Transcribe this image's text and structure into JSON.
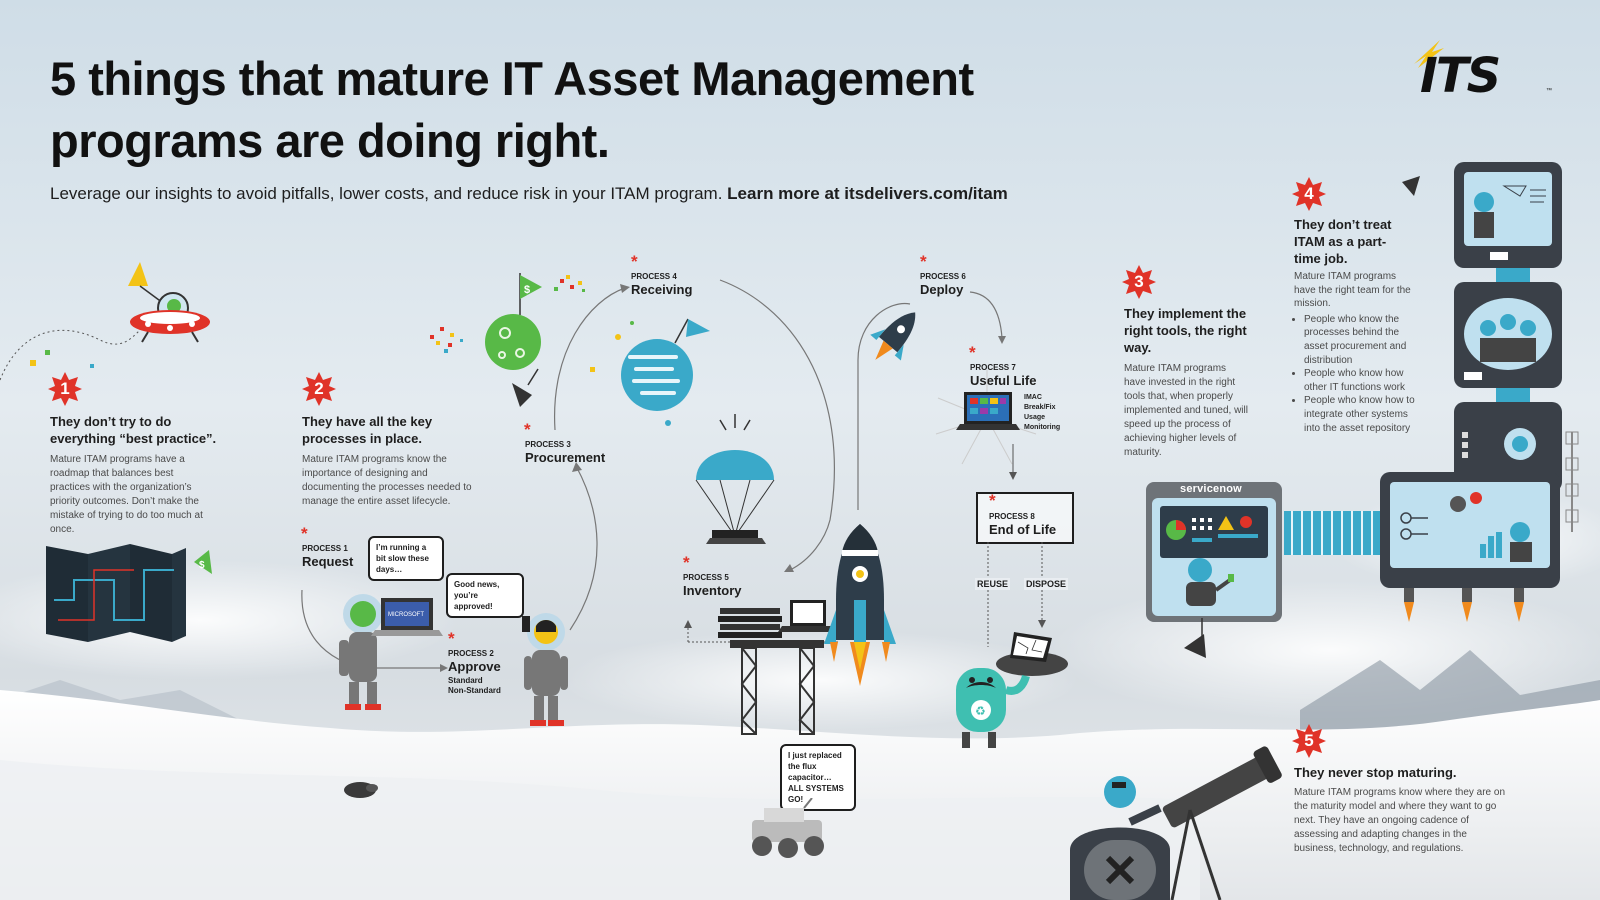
{
  "header": {
    "title_line1": "5 things that mature IT Asset Management",
    "title_line2": "programs are doing right.",
    "subtitle_text": "Leverage our insights to avoid pitfalls, lower costs, and reduce risk in your ITAM program. ",
    "subtitle_link": "Learn more at itsdelivers.com/itam"
  },
  "logo": {
    "text": "ITS",
    "tm": "™"
  },
  "things": [
    {
      "number": "1",
      "heading": "They don’t try to do everything “best practice”.",
      "body": "Mature ITAM programs have a roadmap that balances best practices with the organization’s priority outcomes. Don’t make the mistake of trying to do too much at once."
    },
    {
      "number": "2",
      "heading": "They have all the key processes in place.",
      "body": "Mature ITAM programs know the importance of designing and documenting the processes needed to manage the entire asset lifecycle."
    },
    {
      "number": "3",
      "heading": "They implement the right tools, the right way.",
      "body": "Mature ITAM programs have invested in the right tools that, when properly implemented and tuned, will speed up the process of achieving higher levels of maturity."
    },
    {
      "number": "4",
      "heading": "They don’t treat ITAM as a part-time job.",
      "body": "Mature ITAM programs have the right team for the mission.",
      "bullets": [
        "People who know the processes behind the asset procurement and distribution",
        "People who know how other IT functions work",
        "People who know how to integrate other systems into the asset repository"
      ]
    },
    {
      "number": "5",
      "heading": "They never stop maturing.",
      "body": "Mature ITAM programs know where they are on the maturity model and where they want to go next. They have an ongoing cadence of assessing and adapting changes in the business, technology, and regulations."
    }
  ],
  "processes": [
    {
      "tag": "PROCESS 1",
      "name": "Request"
    },
    {
      "tag": "PROCESS 2",
      "name": "Approve",
      "sub1": "Standard",
      "sub2": "Non-Standard"
    },
    {
      "tag": "PROCESS 3",
      "name": "Procurement"
    },
    {
      "tag": "PROCESS 4",
      "name": "Receiving"
    },
    {
      "tag": "PROCESS 5",
      "name": "Inventory"
    },
    {
      "tag": "PROCESS 6",
      "name": "Deploy"
    },
    {
      "tag": "PROCESS 7",
      "name": "Useful Life",
      "list": [
        "IMAC",
        "Break/Fix",
        "Usage",
        "Monitoring"
      ]
    },
    {
      "tag": "PROCESS 8",
      "name": "End of Life"
    }
  ],
  "asterisk": "*",
  "speech": {
    "request": "I’m running a bit slow these days…",
    "approved": "Good news, you’re approved!",
    "flux": "I just replaced the flux capacitor… ALL SYSTEMS GO!"
  },
  "eol": {
    "reuse": "REUSE",
    "dispose": "DISPOSE"
  },
  "labels": {
    "microsoft": "MICROSOFT",
    "servicenow": "servicenow"
  },
  "colors": {
    "accent_red": "#e03328",
    "teal": "#3aa9c9",
    "green": "#58b947",
    "dark": "#1e1e1e",
    "snow": "#f2f4f6"
  }
}
